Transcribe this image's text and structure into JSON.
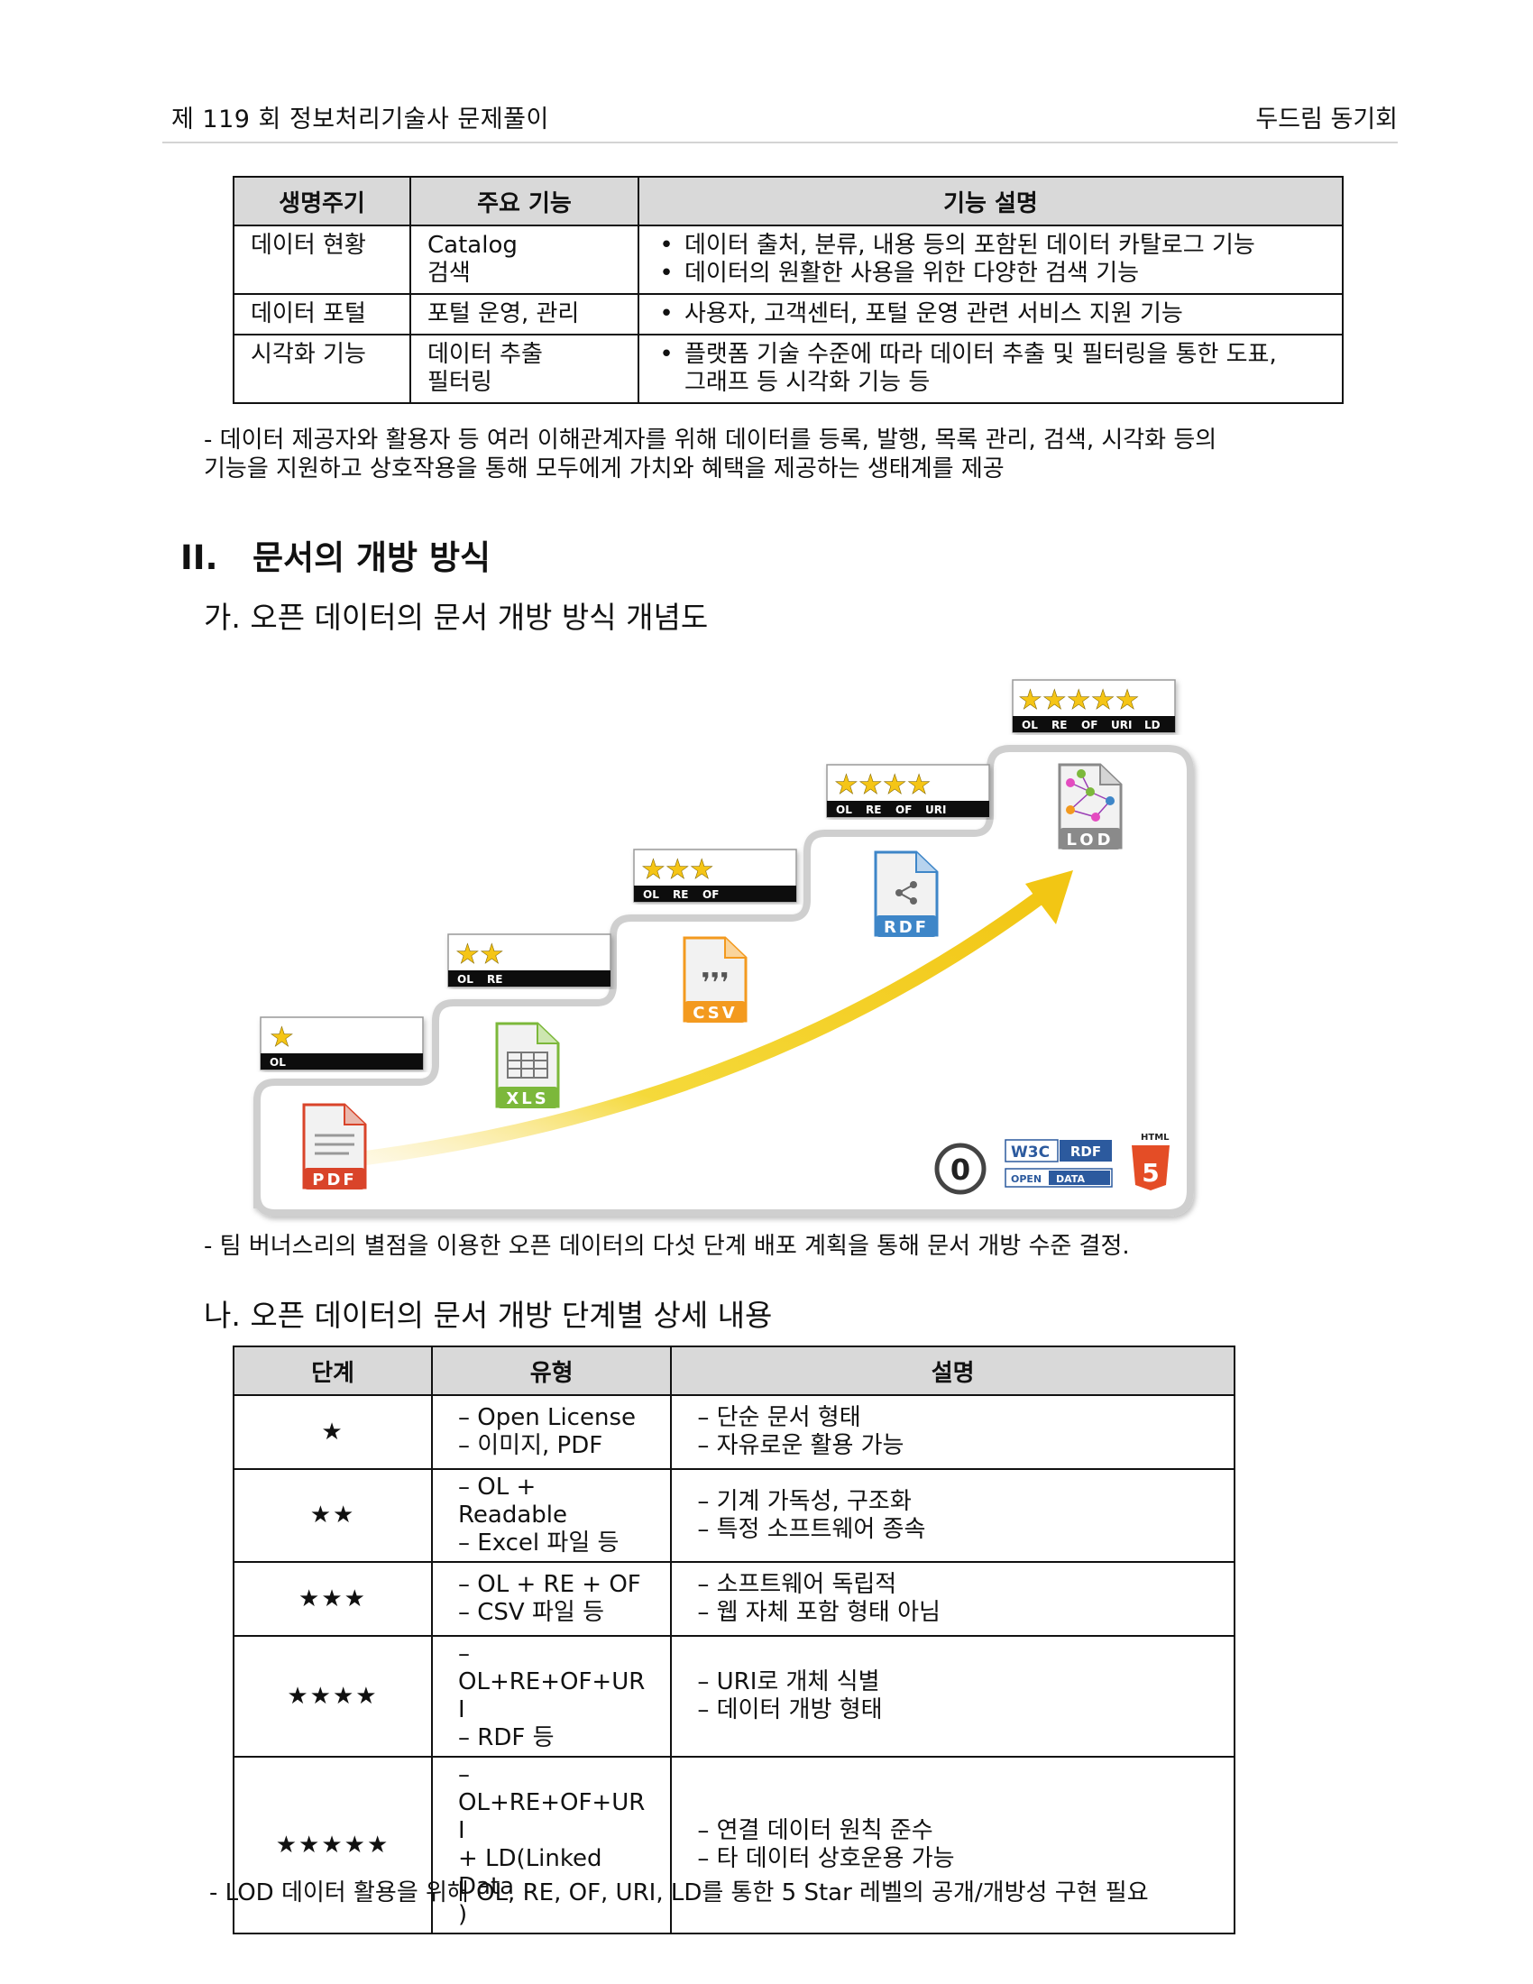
{
  "header": {
    "left": "제 119 회  정보처리기술사  문제풀이",
    "right": "두드림  동기회"
  },
  "table1": {
    "headers": [
      "생명주기",
      "주요 기능",
      "기능 설명"
    ],
    "rows": [
      {
        "lifecycle": "데이터 현황",
        "func": [
          "Catalog",
          "검색"
        ],
        "desc": [
          "데이터 출처, 분류, 내용 등의 포함된 데이터 카탈로그 기능",
          "데이터의 원활한 사용을 위한 다양한 검색 기능"
        ]
      },
      {
        "lifecycle": "데이터 포털",
        "func": [
          "포털 운영, 관리"
        ],
        "desc": [
          "사용자, 고객센터, 포털 운영 관련 서비스 지원 기능"
        ]
      },
      {
        "lifecycle": "시각화 기능",
        "func": [
          "데이터 추출",
          "필터링"
        ],
        "desc": [
          "플랫폼 기술 수준에 따라 데이터 추출 및 필터링을 통한 도표,",
          "그래프 등 시각화 기능 등"
        ]
      }
    ]
  },
  "para1": [
    "- 데이터 제공자와 활용자 등 여러 이해관계자를 위해 데이터를 등록, 발행, 목록 관리, 검색, 시각화 등의",
    "기능을 지원하고 상호작용을 통해 모두에게 가치와 혜택을 제공하는 생태계를 제공"
  ],
  "section": {
    "num": "II.",
    "title": "문서의 개방 방식"
  },
  "sub1": "가. 오픈 데이터의 문서 개방 방식 개념도",
  "figure": {
    "steps": [
      {
        "stars": "★",
        "tags": [
          "OL"
        ],
        "file": "PDF"
      },
      {
        "stars": "★★",
        "tags": [
          "OL",
          "RE"
        ],
        "file": "XLS"
      },
      {
        "stars": "★★★",
        "tags": [
          "OL",
          "RE",
          "OF"
        ],
        "file": "CSV"
      },
      {
        "stars": "★★★★",
        "tags": [
          "OL",
          "RE",
          "OF",
          "URI"
        ],
        "file": "RDF"
      },
      {
        "stars": "★★★★★",
        "tags": [
          "OL",
          "RE",
          "OF",
          "URI",
          "LD"
        ],
        "file": "LOD"
      }
    ],
    "logos": {
      "zero": "0",
      "w3c": "W3C",
      "rdf": "RDF",
      "open": "OPEN",
      "data": "DATA",
      "html": "HTML",
      "five": "5"
    },
    "colors": {
      "pdf": "#d9442a",
      "xls": "#7cb83b",
      "csv": "#f39a1f",
      "rdf": "#3e86c8",
      "lod": "#8a8a8a",
      "arrow": "#f4d21e"
    }
  },
  "para2": "- 팀 버너스리의 별점을 이용한 오픈 데이터의 다섯 단계 배포 계획을 통해 문서 개방 수준 결정.",
  "sub2": "나. 오픈 데이터의 문서 개방 단계별 상세 내용",
  "table2": {
    "headers": [
      "단계",
      "유형",
      "설명"
    ],
    "rows": [
      {
        "stage": "★",
        "type": [
          "– Open License",
          "– 이미지, PDF"
        ],
        "desc": [
          "– 단순 문서 형태",
          "– 자유로운 활용 가능"
        ]
      },
      {
        "stage": "★★",
        "type": [
          "– OL + Readable",
          "– Excel 파일 등"
        ],
        "desc": [
          "– 기계 가독성, 구조화",
          "– 특정 소프트웨어 종속"
        ]
      },
      {
        "stage": "★★★",
        "type": [
          "– OL + RE + OF",
          "– CSV 파일 등"
        ],
        "desc": [
          "– 소프트웨어 독립적",
          "– 웹 자체 포함 형태 아님"
        ]
      },
      {
        "stage": "★★★★",
        "type": [
          "– OL+RE+OF+UR",
          "I",
          "– RDF 등"
        ],
        "desc": [
          "– URI로 개체 식별",
          "– 데이터 개방 형태"
        ]
      },
      {
        "stage": "★★★★★",
        "type": [
          "– OL+RE+OF+UR",
          "I",
          "+ LD(Linked Data",
          ")"
        ],
        "desc": [
          "– 연결 데이터 원칙 준수",
          "– 타 데이터 상호운용 가능"
        ]
      }
    ]
  },
  "para3": "- LOD 데이터 활용을 위해 OL, RE, OF, URI, LD를 통한 5 Star 레벨의 공개/개방성 구현 필요"
}
